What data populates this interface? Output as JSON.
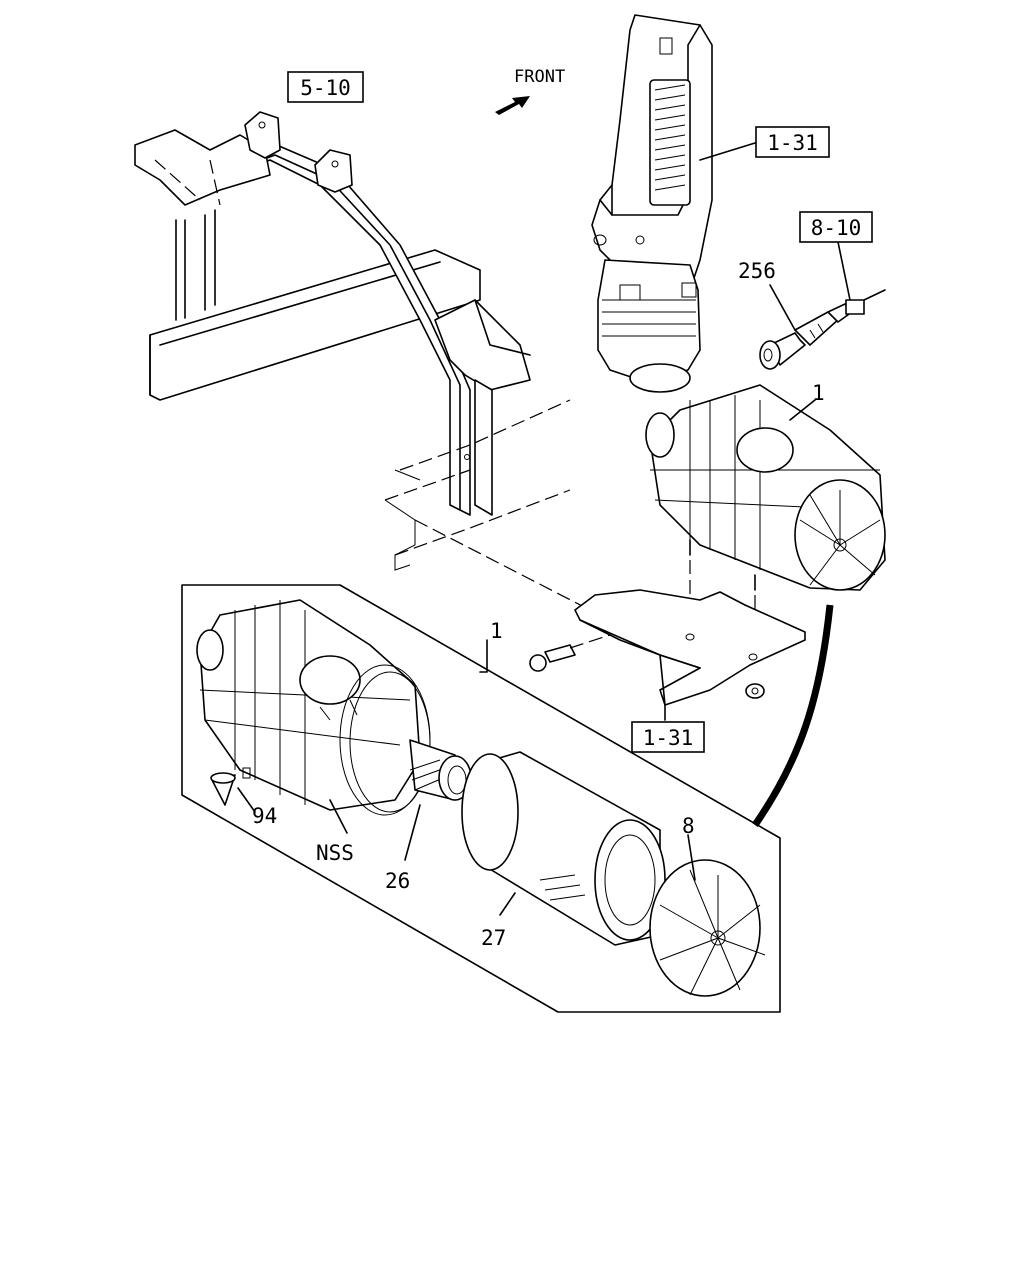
{
  "diagram": {
    "refs": {
      "ref_5_10": "5-10",
      "ref_1_31_top": "1-31",
      "ref_8_10": "8-10",
      "ref_1_31_bottom": "1-31"
    },
    "front_label": "FRONT",
    "part_numbers": {
      "p256": "256",
      "p1_assembled": "1",
      "p1_exploded": "1",
      "p94": "94",
      "pNSS": "NSS",
      "p26": "26",
      "p27": "27",
      "p8": "8"
    }
  }
}
